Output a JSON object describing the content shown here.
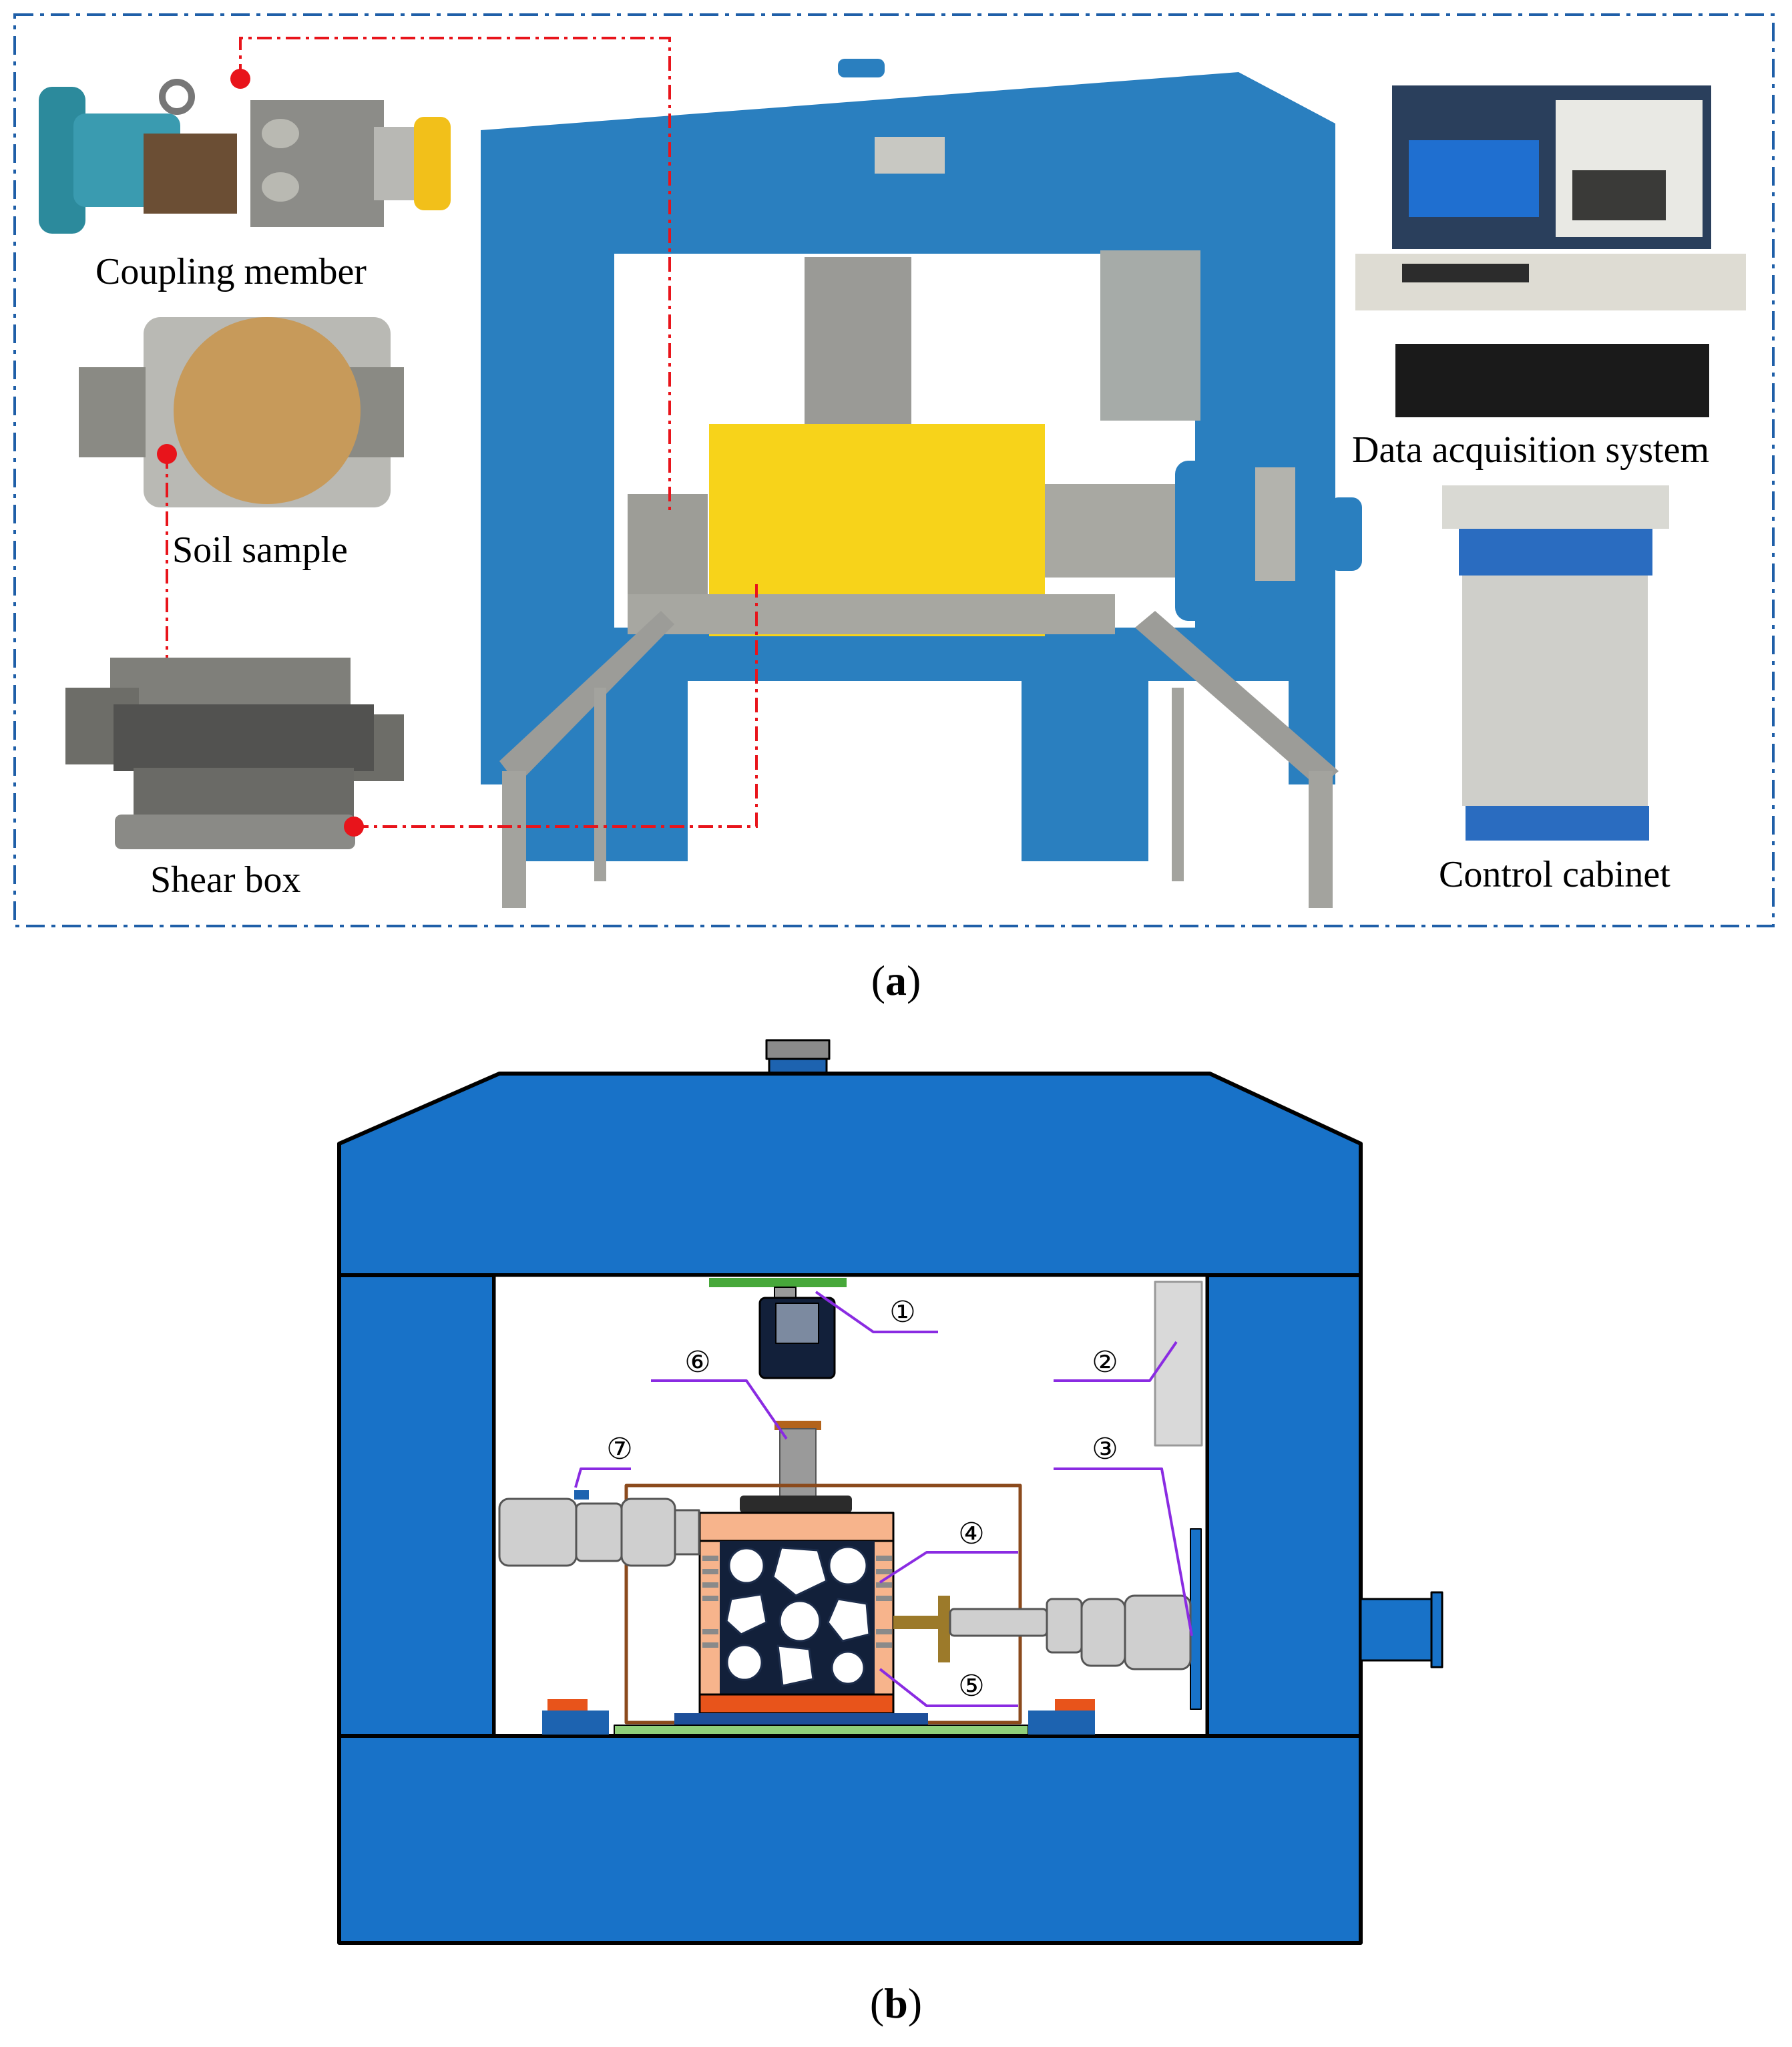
{
  "panel_a": {
    "caption_open": "(",
    "caption_letter": "a",
    "caption_close": ")",
    "labels": {
      "coupling_member": "Coupling member",
      "soil_sample": "Soil sample",
      "shear_box": "Shear box",
      "data_acquisition": "Data acquisition system",
      "control_cabinet": "Control cabinet"
    }
  },
  "panel_b": {
    "caption_open": "(",
    "caption_letter": "b",
    "caption_close": ")",
    "markers": [
      "①",
      "②",
      "③",
      "④",
      "⑤",
      "⑥",
      "⑦"
    ]
  },
  "colors": {
    "frame_blue_photo": "#2a7fbf",
    "frame_blue_diagram": "#1872c8",
    "shear_box_yellow": "#f7d31a",
    "connector_red": "#e8141b",
    "border_blue": "#1f5fa8",
    "annotation_purple": "#8a2be2",
    "sample_orange": "#f7b48c",
    "base_orange": "#e8541b",
    "plate_green": "#8fcf7a"
  }
}
